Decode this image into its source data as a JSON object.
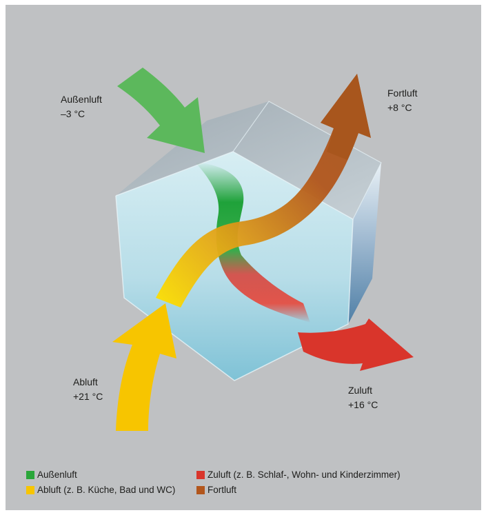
{
  "labels": {
    "aussenluft_name": "Außenluft",
    "aussenluft_temp": "–3 °C",
    "fortluft_name": "Fortluft",
    "fortluft_temp": "+8 °C",
    "abluft_name": "Abluft",
    "abluft_temp": "+21 °C",
    "zuluft_name": "Zuluft",
    "zuluft_temp": "+16 °C"
  },
  "legend": [
    {
      "label": "Außenluft",
      "color": "#2aa63a"
    },
    {
      "label": "Zuluft (z. B. Schlaf-, Wohn- und Kinderzimmer)",
      "color": "#d9352b"
    },
    {
      "label": "Abluft (z. B. Küche, Bad und WC)",
      "color": "#f7c500"
    },
    {
      "label": "Fortluft",
      "color": "#b2561c"
    }
  ],
  "colors": {
    "background": "#bfc1c3",
    "aussenluft": "#5cb85c",
    "zuluft": "#d9352b",
    "abluft": "#f7c500",
    "fortluft": "#a8561d",
    "cube_front": "#9fd0e0"
  }
}
